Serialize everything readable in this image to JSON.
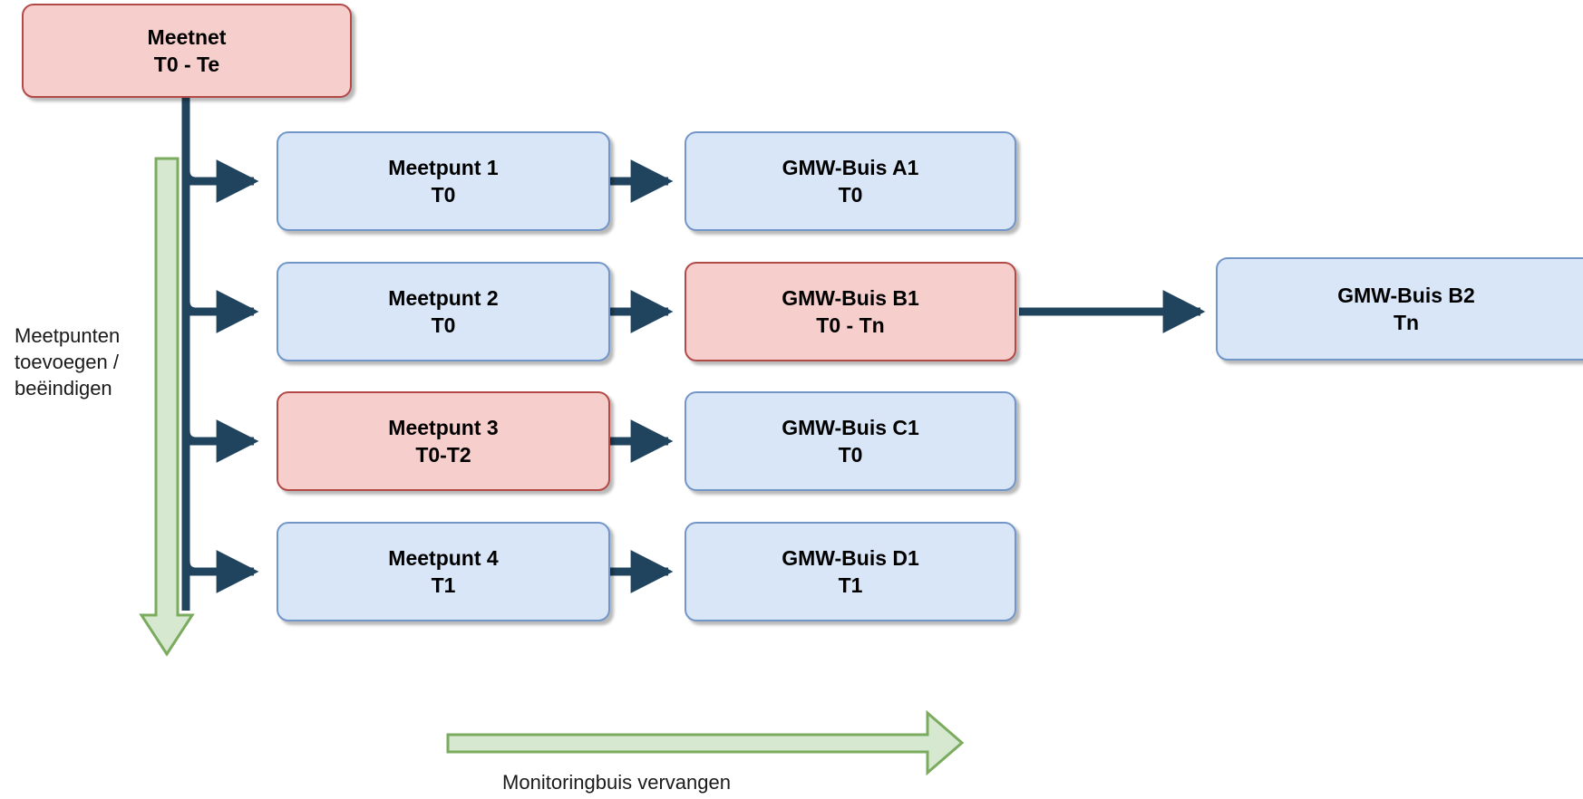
{
  "diagram": {
    "title_node": {
      "name": "meetnet",
      "line1": "Meetnet",
      "line2": "T0 - Te",
      "style": "pink"
    },
    "colors": {
      "blue_fill": "#d9e6f7",
      "blue_stroke": "#7396c8",
      "pink_fill": "#f6cfcd",
      "pink_stroke": "#b34a48",
      "connector": "#21445e",
      "green_fill": "#d6e8d0",
      "green_stroke": "#7bab5e",
      "text": "#000000"
    },
    "rows": [
      {
        "id": "row-1",
        "measurement_point": {
          "name": "meetpunt-1",
          "line1": "Meetpunt 1",
          "line2": "T0",
          "style": "blue"
        },
        "well_tube": {
          "name": "gmw-buis-a1",
          "line1": "GMW-Buis A1",
          "line2": "T0",
          "style": "blue"
        },
        "replacement_tube": null
      },
      {
        "id": "row-2",
        "measurement_point": {
          "name": "meetpunt-2",
          "line1": "Meetpunt 2",
          "line2": "T0",
          "style": "blue"
        },
        "well_tube": {
          "name": "gmw-buis-b1",
          "line1": "GMW-Buis B1",
          "line2": "T0 - Tn",
          "style": "pink"
        },
        "replacement_tube": {
          "name": "gmw-buis-b2",
          "line1": "GMW-Buis B2",
          "line2": "Tn",
          "style": "blue"
        }
      },
      {
        "id": "row-3",
        "measurement_point": {
          "name": "meetpunt-3",
          "line1": "Meetpunt 3",
          "line2": "T0-T2",
          "style": "pink"
        },
        "well_tube": {
          "name": "gmw-buis-c1",
          "line1": "GMW-Buis C1",
          "line2": "T0",
          "style": "blue"
        },
        "replacement_tube": null
      },
      {
        "id": "row-4",
        "measurement_point": {
          "name": "meetpunt-4",
          "line1": "Meetpunt 4",
          "line2": "T1",
          "style": "blue"
        },
        "well_tube": {
          "name": "gmw-buis-d1",
          "line1": "GMW-Buis D1",
          "line2": "T1",
          "style": "blue"
        },
        "replacement_tube": null
      }
    ],
    "annotations": {
      "vertical_green_arrow_label": "Meetpunten toevoegen / beëindigen",
      "horizontal_green_arrow_label": "Monitoringbuis vervangen"
    }
  }
}
